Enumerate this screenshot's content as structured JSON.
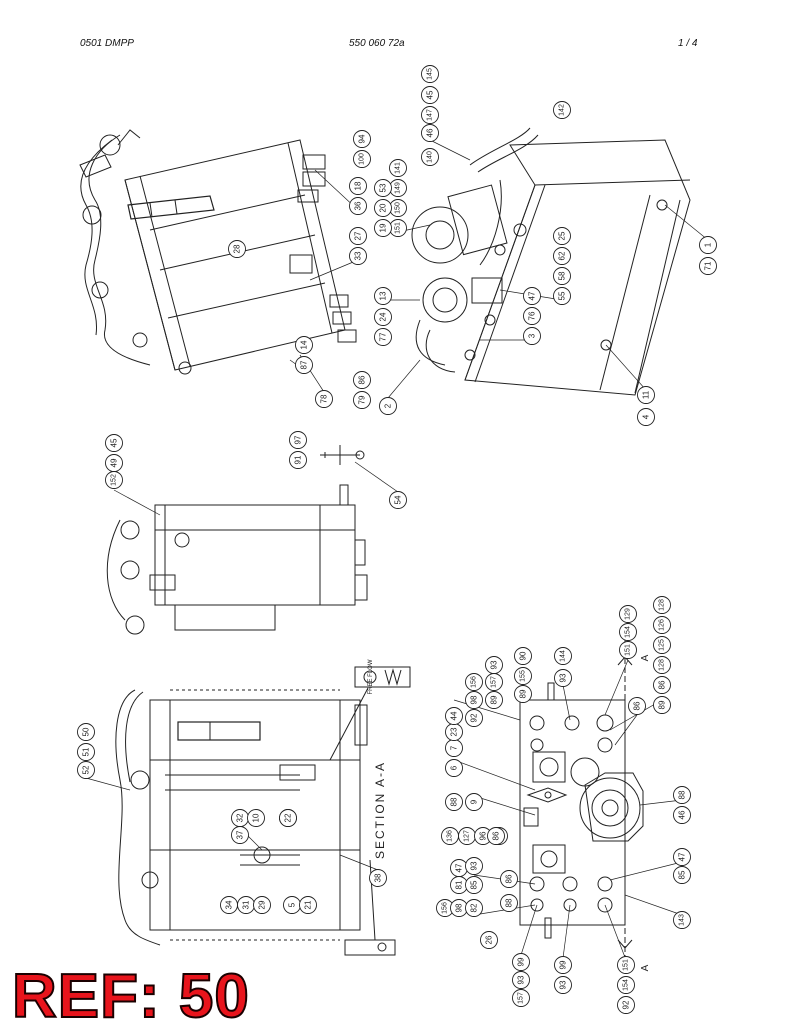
{
  "header": {
    "left": "0501 DMPP",
    "center": "550 060 72a",
    "right": "1 /   4"
  },
  "ref_label": "REF: 50",
  "section_label": "SECTION A-A",
  "section_marker": "A",
  "free_flow_label": "FREE FLOW",
  "callouts": {
    "v1": [
      "145",
      "45",
      "147",
      "46",
      "142",
      "140",
      "141",
      "149",
      "150",
      "151",
      "94",
      "100",
      "53",
      "20",
      "19",
      "18",
      "36",
      "28",
      "27",
      "33",
      "25",
      "62",
      "58",
      "55",
      "47",
      "13",
      "24",
      "77",
      "76",
      "3",
      "2",
      "14",
      "87",
      "86",
      "79",
      "78",
      "1",
      "71",
      "11",
      "4",
      "11"
    ],
    "v2": [
      "45",
      "49",
      "152",
      "97",
      "91",
      "54"
    ],
    "v3": [
      "50",
      "51",
      "52",
      "37",
      "32",
      "10",
      "32",
      "22",
      "34",
      "31",
      "29",
      "5",
      "21",
      "38"
    ],
    "v4": [
      "6",
      "7",
      "23",
      "44",
      "9",
      "88",
      "136",
      "127",
      "96",
      "90",
      "86",
      "92",
      "98",
      "156",
      "89",
      "157",
      "93",
      "89",
      "155",
      "90",
      "93",
      "144",
      "151",
      "154",
      "129",
      "128",
      "126",
      "125",
      "128",
      "86",
      "89",
      "86",
      "88",
      "46",
      "47",
      "85",
      "47",
      "81",
      "93",
      "85",
      "86",
      "88",
      "156",
      "98",
      "82",
      "26",
      "99",
      "93",
      "157",
      "99",
      "93",
      "92",
      "154",
      "151",
      "143",
      "26"
    ]
  },
  "colors": {
    "line": "#222222",
    "ref_fill": "#e8141c",
    "ref_stroke": "#1a0000"
  }
}
